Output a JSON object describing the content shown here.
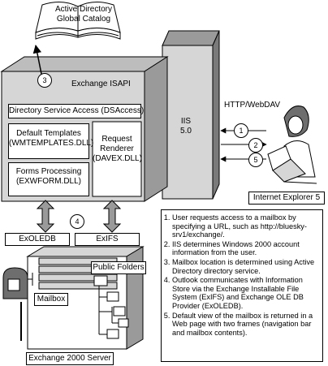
{
  "catalog": {
    "label_line1": "Active Directory",
    "label_line2": "Global Catalog"
  },
  "isapi": {
    "title": "Exchange ISAPI"
  },
  "dsaccess": {
    "label": "Directory Service Access (DSAccess)"
  },
  "templates": {
    "line1": "Default Templates",
    "line2": "(WMTEMPLATES.DLL)"
  },
  "forms": {
    "line1": "Forms Processing",
    "line2": "(EXWFORM.DLL)"
  },
  "renderer": {
    "line1": "Request",
    "line2": "Renderer",
    "line3": "(DAVEX.DLL)"
  },
  "iis": {
    "line1": "IIS",
    "line2": "5.0"
  },
  "protocol": {
    "label": "HTTP/WebDAV"
  },
  "client": {
    "label": "Internet Explorer 5"
  },
  "exoledb": {
    "label": "ExOLEDB"
  },
  "exifs": {
    "label": "ExIFS"
  },
  "public_folders": {
    "label": "Public Folders"
  },
  "mailbox": {
    "label": "Mailbox"
  },
  "server": {
    "label": "Exchange 2000 Server"
  },
  "markers": {
    "m1": "1",
    "m2": "2",
    "m3": "3",
    "m4": "4",
    "m5": "5"
  },
  "steps": [
    "User requests access to a mailbox by specifying a URL, such as http://bluesky-srv1/exchange/.",
    "IIS determines Windows 2000 account information from the user.",
    "Mailbox location is determined using Active Directory directory service.",
    "Outlook communicates with Information Store via the Exchange Installable File System (ExIFS) and Exchange OLE DB Provider (ExOLEDB).",
    "Default view of the mailbox is returned in a Web page with two frames (navigation bar and mailbox contents)."
  ],
  "colors": {
    "panel": "#d6d6d6",
    "panel_dark": "#9a9a9a",
    "ink": "#000000",
    "paper": "#ffffff"
  }
}
